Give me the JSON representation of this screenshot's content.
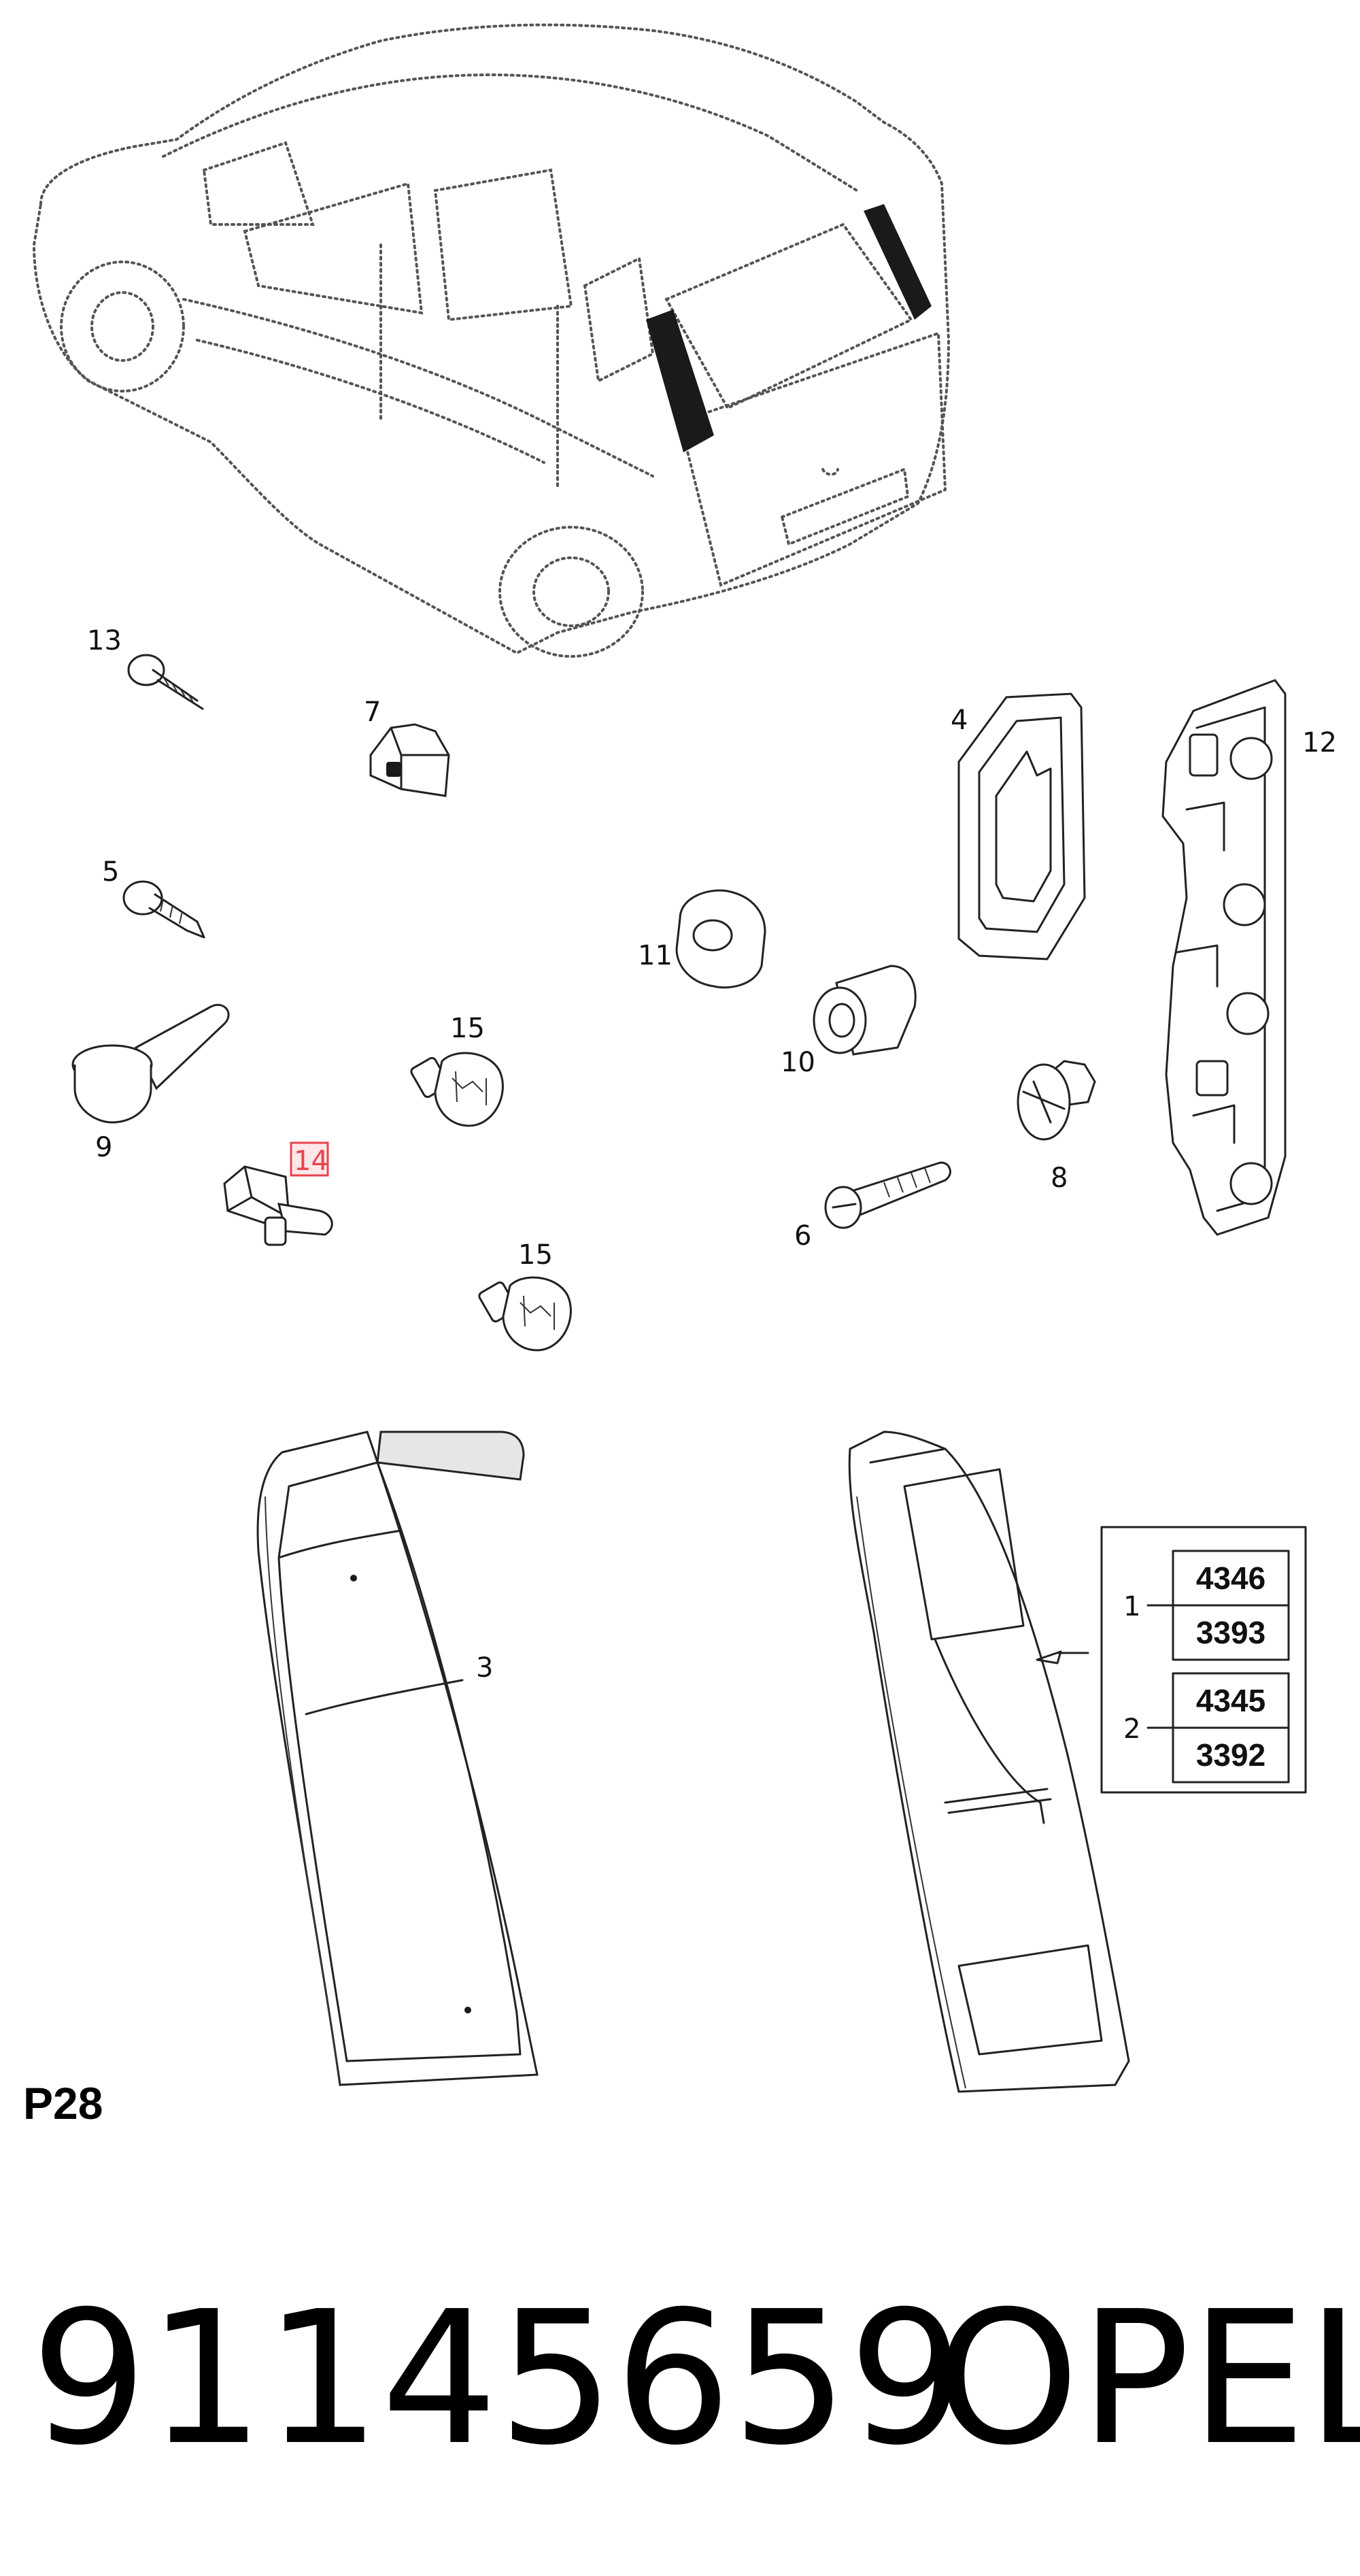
{
  "diagram": {
    "callouts": [
      {
        "id": "13",
        "label": "13"
      },
      {
        "id": "7",
        "label": "7"
      },
      {
        "id": "4",
        "label": "4"
      },
      {
        "id": "12",
        "label": "12"
      },
      {
        "id": "5",
        "label": "5"
      },
      {
        "id": "11",
        "label": "11"
      },
      {
        "id": "10",
        "label": "10"
      },
      {
        "id": "15a",
        "label": "15"
      },
      {
        "id": "9",
        "label": "9"
      },
      {
        "id": "8",
        "label": "8"
      },
      {
        "id": "14",
        "label": "14",
        "highlighted": true
      },
      {
        "id": "6",
        "label": "6"
      },
      {
        "id": "15b",
        "label": "15"
      },
      {
        "id": "3",
        "label": "3"
      }
    ],
    "variant_table": {
      "rows": [
        {
          "key": "1",
          "codes": [
            "4346",
            "3393"
          ]
        },
        {
          "key": "2",
          "codes": [
            "4345",
            "3392"
          ]
        }
      ]
    },
    "section_code": "P28",
    "footer": {
      "part_number": "91145659",
      "brand": "OPEL"
    },
    "colors": {
      "line": "#222222",
      "highlight": "#e8434f",
      "background": "#ffffff"
    }
  }
}
